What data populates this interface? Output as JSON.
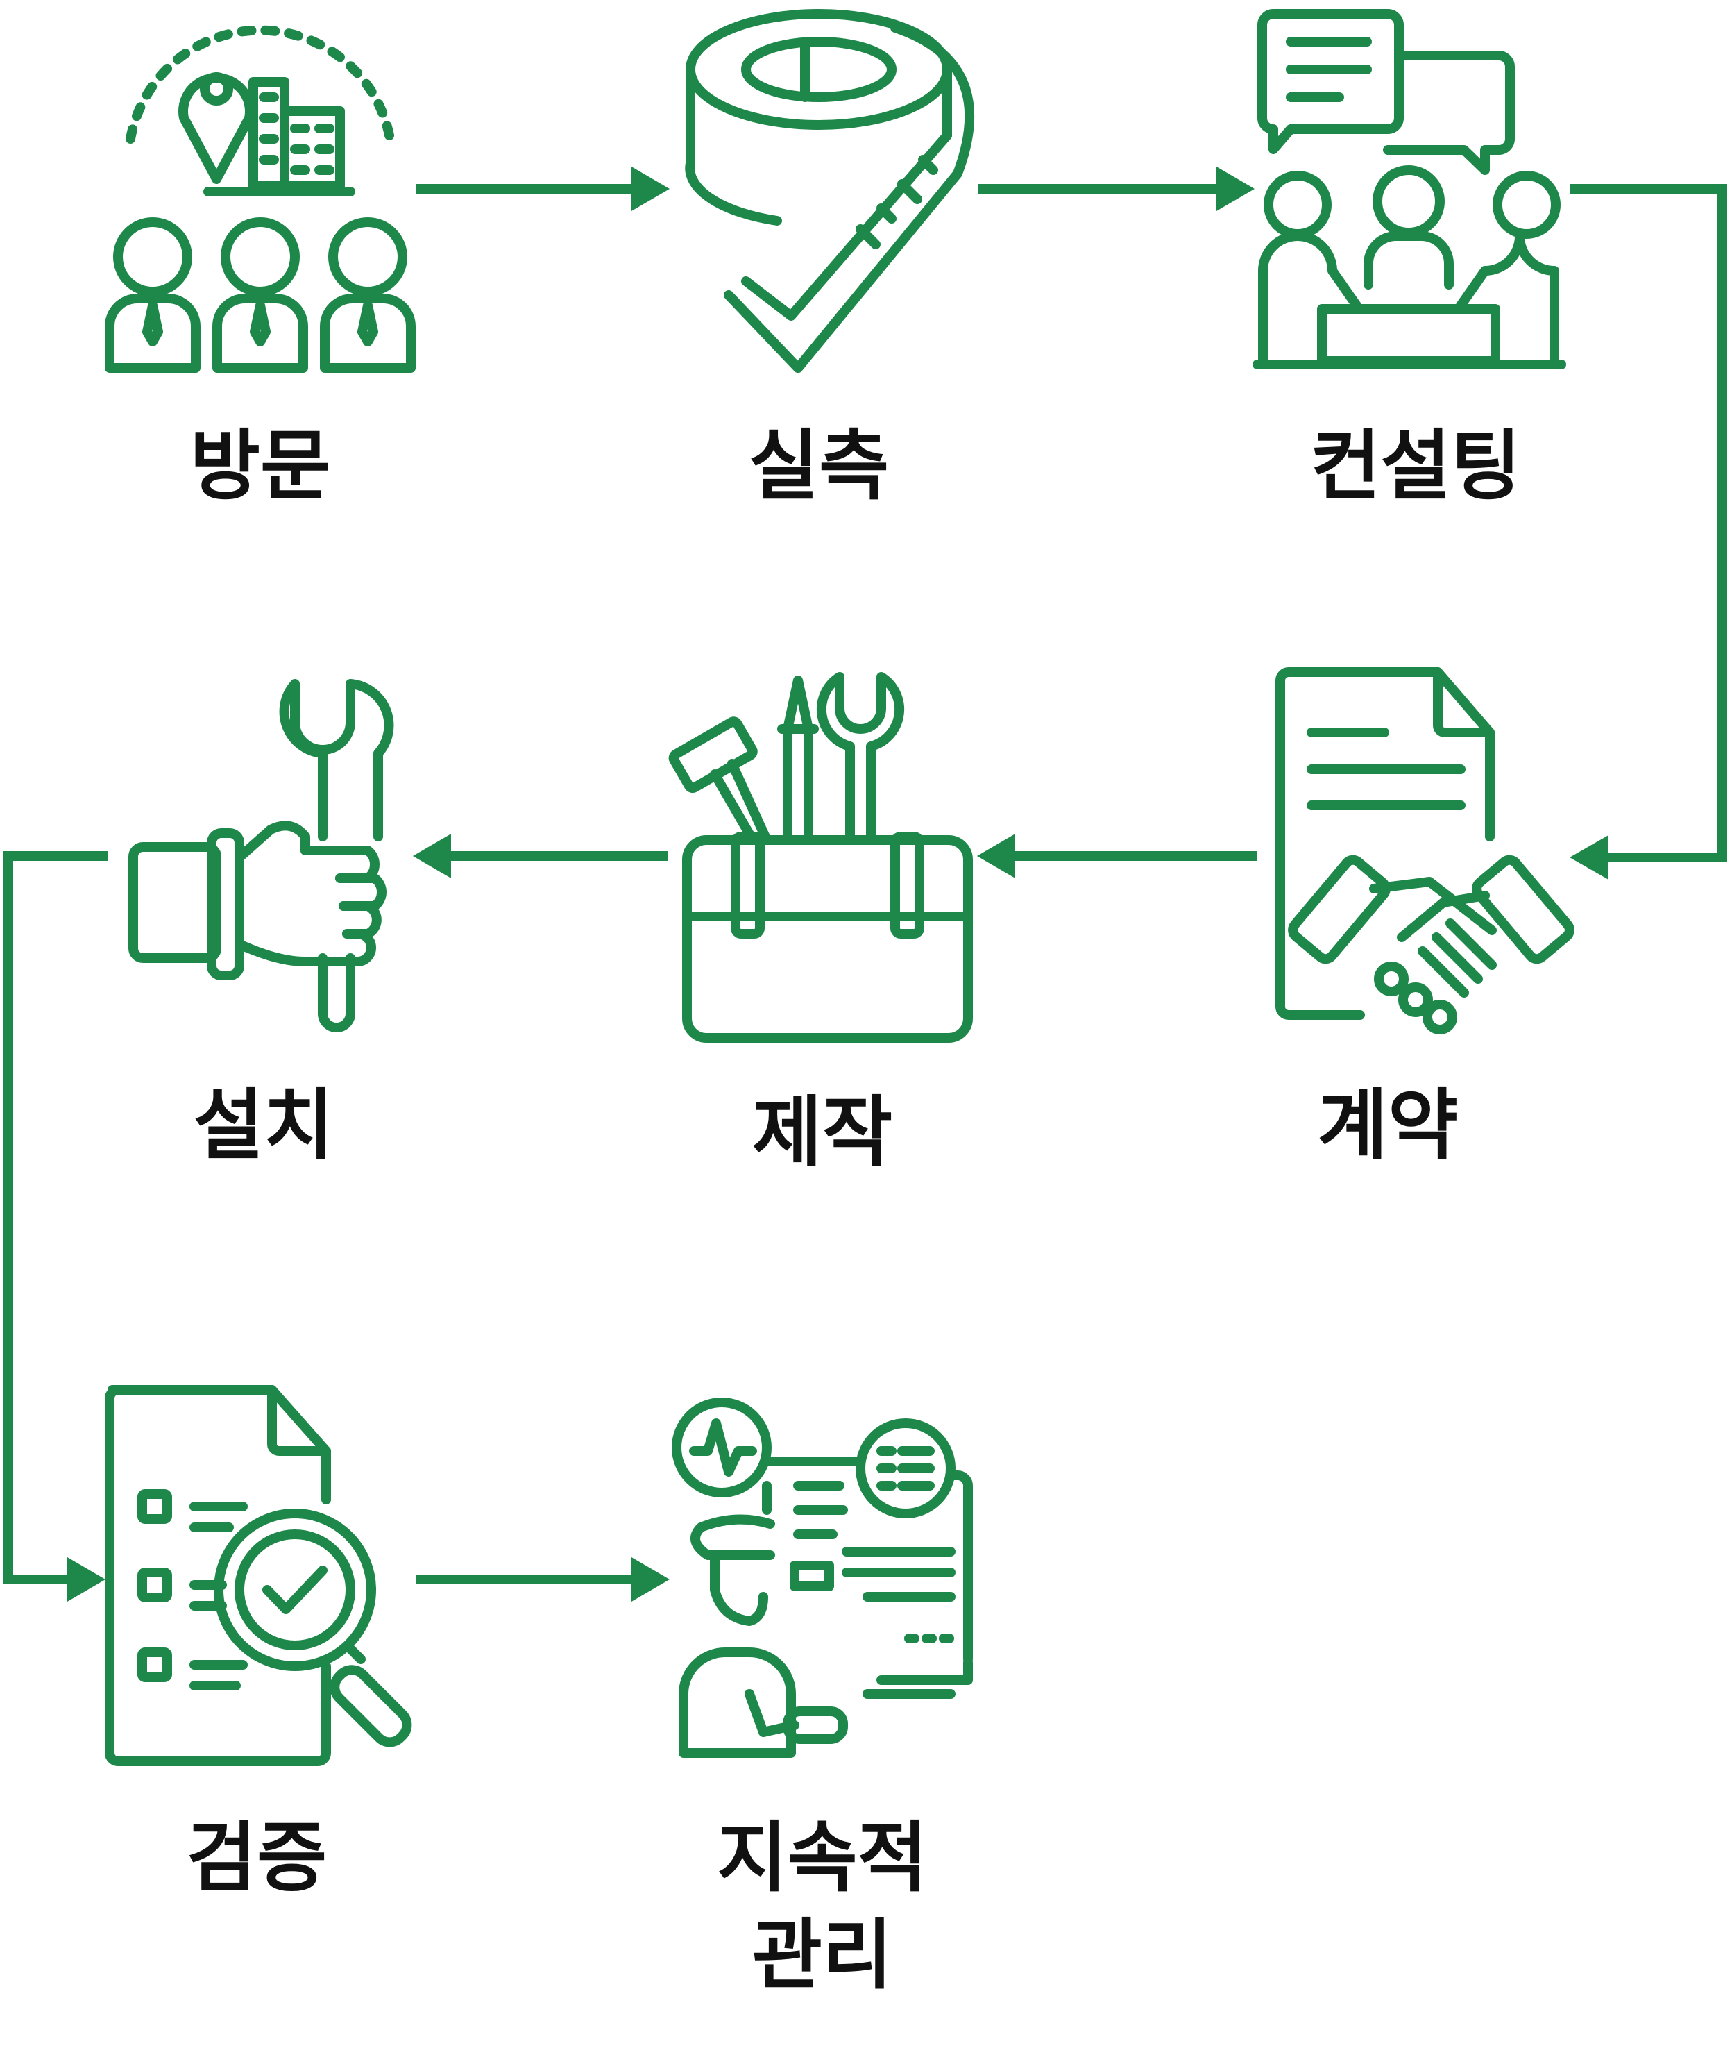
{
  "steps": [
    {
      "id": "visit",
      "label": "방문",
      "icon": "visit-people-building-icon"
    },
    {
      "id": "measure",
      "label": "실측",
      "icon": "tape-measure-icon"
    },
    {
      "id": "consult",
      "label": "컨설팅",
      "icon": "consulting-meeting-icon"
    },
    {
      "id": "contract",
      "label": "계약",
      "icon": "contract-handshake-icon"
    },
    {
      "id": "produce",
      "label": "제작",
      "icon": "toolbox-icon"
    },
    {
      "id": "install",
      "label": "설치",
      "icon": "hand-wrench-icon"
    },
    {
      "id": "verify",
      "label": "검증",
      "icon": "checklist-magnifier-icon"
    },
    {
      "id": "manage",
      "label": "지속적 관리",
      "label_lines": [
        "지속적",
        "관리"
      ],
      "icon": "monitoring-worker-icon"
    }
  ],
  "colors": {
    "accent": "#1e874a",
    "text": "#111111",
    "background": "#ffffff"
  }
}
